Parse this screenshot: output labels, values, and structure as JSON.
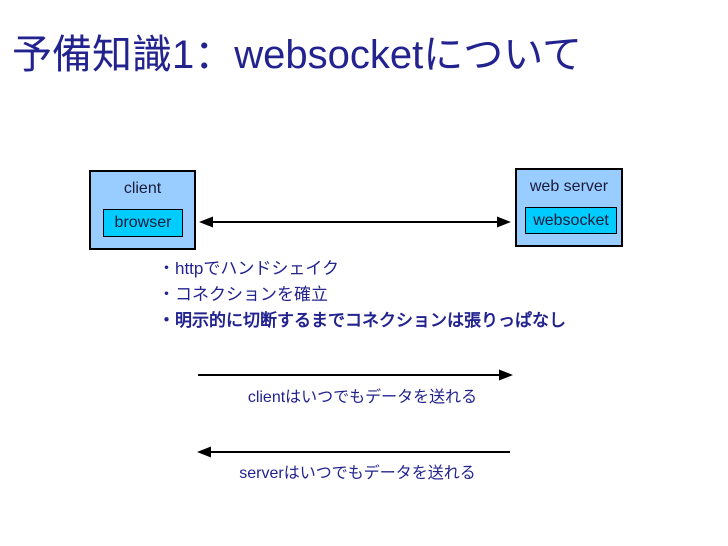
{
  "slide": {
    "title": "予備知識1：websocketについて",
    "client_box": {
      "label": "client",
      "inner_label": "browser"
    },
    "server_box": {
      "label": "web server",
      "inner_label": "websocket"
    },
    "bullets": [
      {
        "text": "・httpでハンドシェイク",
        "bold": false
      },
      {
        "text": "・コネクションを確立",
        "bold": false
      },
      {
        "text": "・明示的に切断するまでコネクションは張りっぱなし",
        "bold": true
      }
    ],
    "flows": [
      {
        "label": "clientはいつでもデータを送れる",
        "direction": "right"
      },
      {
        "label": "serverはいつでもデータを送れる",
        "direction": "left"
      }
    ],
    "colors": {
      "title_text": "#23238f",
      "body_text": "#23238f",
      "box_label_text": "#1b1b3a",
      "node_fill": "#99ccff",
      "inner_fill": "#00ccff",
      "border": "#000000",
      "arrow": "#000000",
      "background": "#ffffff"
    }
  }
}
